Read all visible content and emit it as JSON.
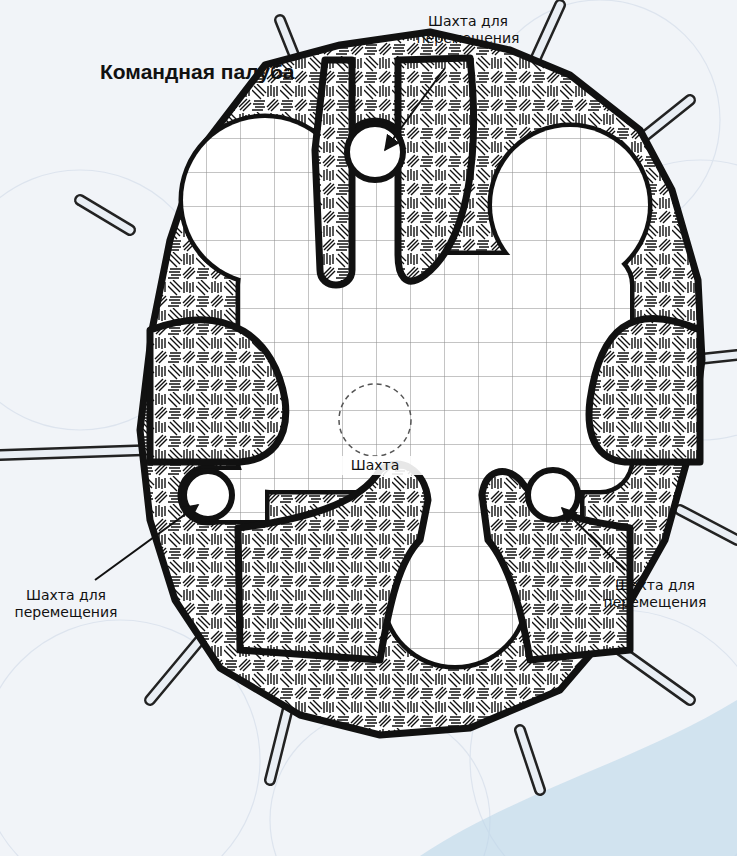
{
  "diagram": {
    "title": "Командная палуба",
    "labels": [
      "Шахта для перемещения",
      "Шахта",
      "Шахта для перемещения",
      "Шахта для перемещения"
    ]
  }
}
